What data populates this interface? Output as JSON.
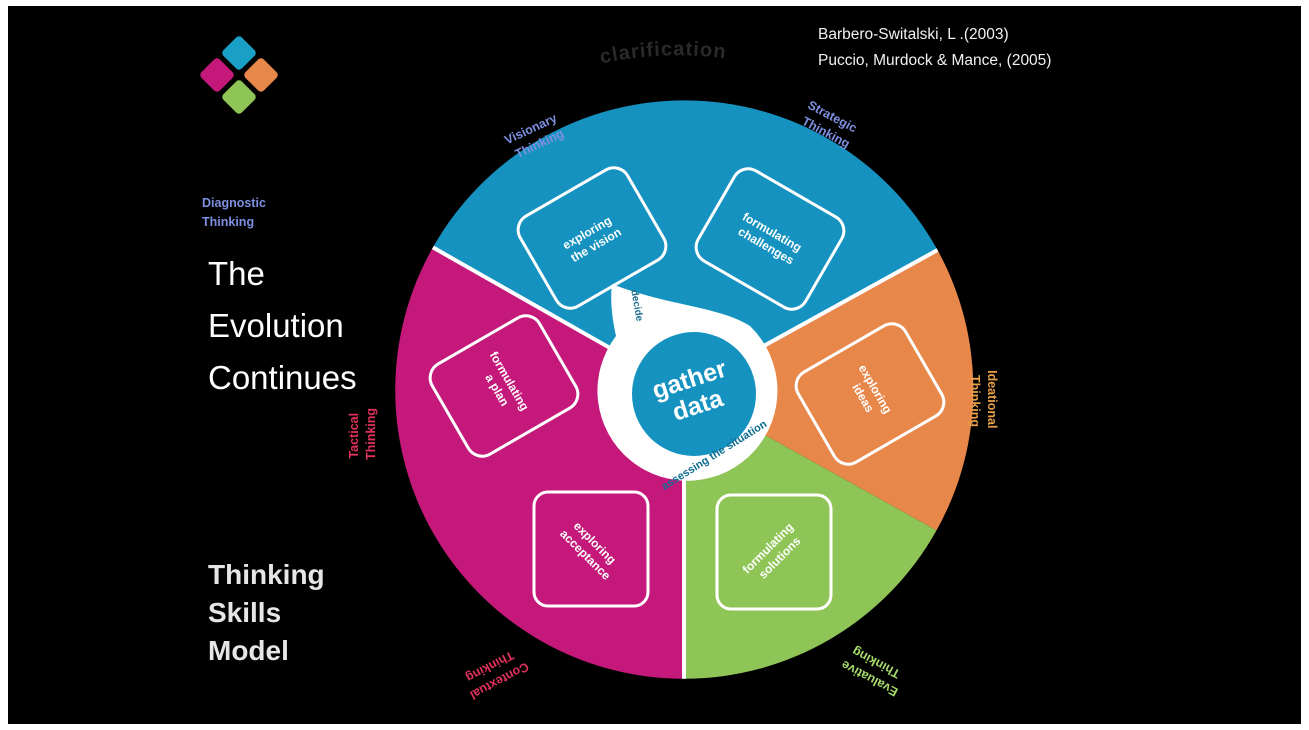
{
  "references": [
    "Barbero-Switalski, L .(2003)",
    "Puccio, Murdock & Mance, (2005)"
  ],
  "title": [
    "The",
    "Evolution",
    "Continues"
  ],
  "subtitle": [
    "Thinking",
    "Skills",
    "Model"
  ],
  "outer_labels": {
    "clarification": "clarification",
    "diagnostic": [
      "Diagnostic",
      "Thinking"
    ],
    "visionary": [
      "Visionary",
      "Thinking"
    ],
    "strategic": [
      "Strategic",
      "Thinking"
    ],
    "ideational": [
      "Ideational",
      "Thinking"
    ],
    "evaluative": [
      "Evaluative",
      "Thinking"
    ],
    "contextual": [
      "Contextual",
      "Thinking"
    ],
    "tactical": [
      "Tactical",
      "Thinking"
    ]
  },
  "boxes": {
    "exploring_vision": [
      "exploring",
      "the vision"
    ],
    "formulating_challenges": [
      "formulating",
      "challenges"
    ],
    "exploring_ideas": [
      "exploring",
      "ideas"
    ],
    "formulating_solutions": [
      "formulating",
      "solutions"
    ],
    "exploring_acceptance": [
      "exploring",
      "acceptance"
    ],
    "formulating_plan": [
      "formulating",
      "a plan"
    ]
  },
  "center": {
    "line1": "gather",
    "line2": "data",
    "decide": "decide",
    "assessing": "assessing the situation"
  },
  "colors": {
    "background": "#000000",
    "clarification": "#1592c0",
    "ideation": "#e8874a",
    "development": "#8fc456",
    "implementation": "#c4187a",
    "center_ring": "#ffffff",
    "core": "#1592c0",
    "logo": [
      "#1aa0c6",
      "#e8874a",
      "#8fc456",
      "#c4187a"
    ]
  }
}
